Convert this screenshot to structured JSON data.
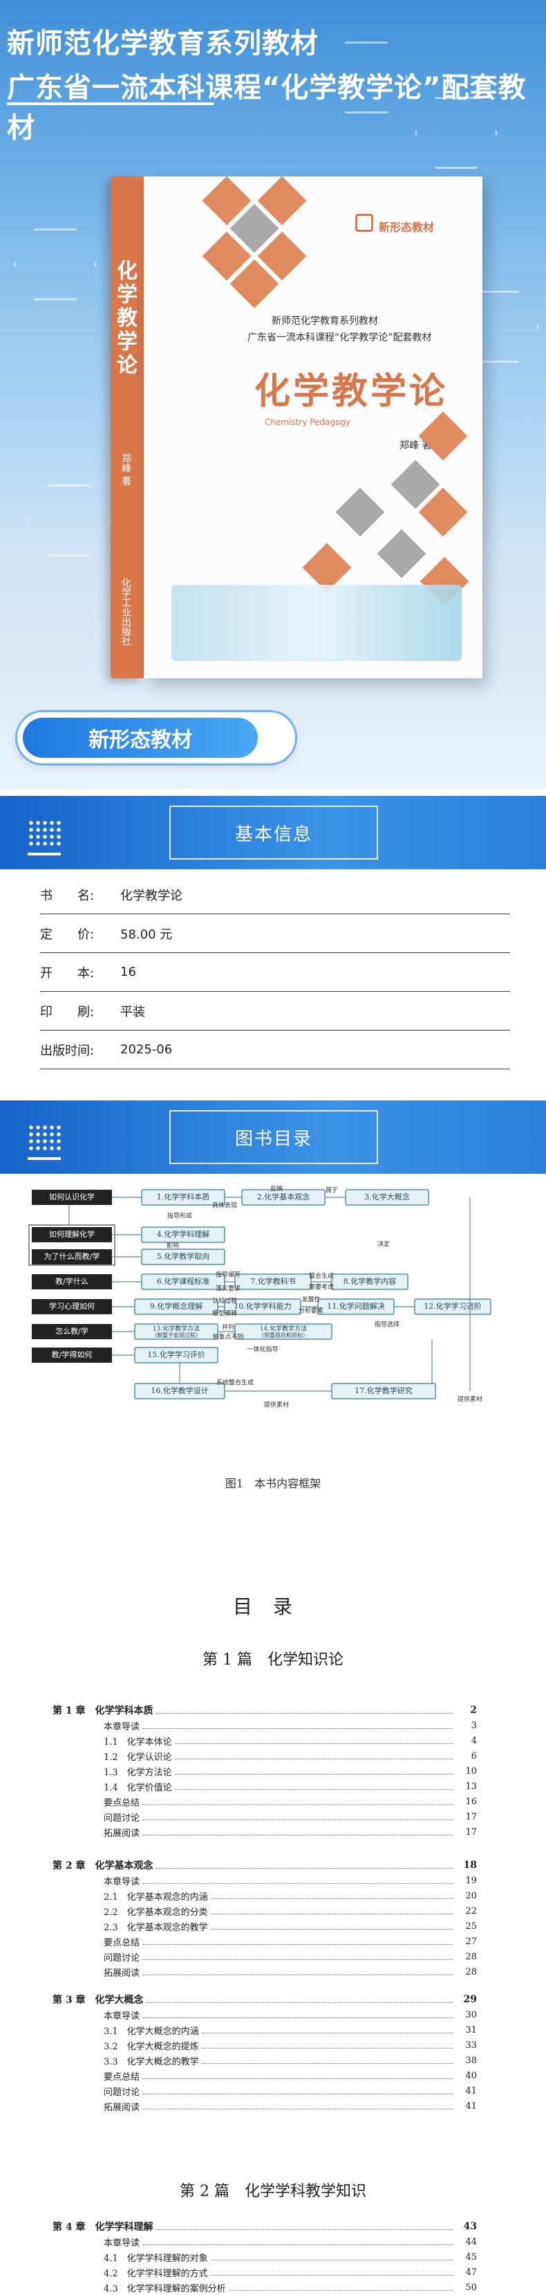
{
  "hero": {
    "line1": "新师范化学教育系列教材",
    "line2": "广东省一流本科课程“化学教学论”配套教材",
    "pill": "新形态教材"
  },
  "cover": {
    "badge": "新形态教材",
    "series": "新师范化学教育系列教材",
    "course": "广东省一流本科课程“化学教学论”配套教材",
    "title": "化学教学论",
    "title_en": "Chemistry Pedagogy",
    "author": "郑峰 著",
    "spine_title": "化学教学论",
    "spine_author": "郑峰 著",
    "spine_publisher": "化学工业出版社"
  },
  "sections": {
    "basic_info": "基本信息",
    "catalog": "图书目录"
  },
  "info": [
    {
      "key": "书　　名:",
      "value": "化学教学论"
    },
    {
      "key": "定　　价:",
      "value": "58.00 元"
    },
    {
      "key": "开　　本:",
      "value": "16"
    },
    {
      "key": "印　　刷:",
      "value": "平装"
    },
    {
      "key": "出版时间:",
      "value": "2025-06"
    }
  ],
  "diagram": {
    "left_labels": [
      "如何认识化学",
      "如何理解化学",
      "为了什么而教/学",
      "教/学什么",
      "学习心理如何",
      "怎么教/学",
      "教/学得如何"
    ],
    "boxes": [
      "1.化学学科本质",
      "2.化学基本观念",
      "3.化学大概念",
      "4.化学学科理解",
      "5.化学教学取向",
      "6.化学课程标准",
      "7.化学教科书",
      "8.化学教学内容",
      "9.化学概念理解",
      "10.化学学科能力",
      "11.化学问题解决",
      "12.化学学习进阶",
      "13.化学教学方法（侧重于宏观过程）",
      "14.化学教学方法（侧重目的和目标）",
      "15.化学学习评价",
      "16.化学教学设计",
      "17.化学教学研究"
    ],
    "edge_labels": [
      "反映",
      "具体表现",
      "属于",
      "指导形成",
      "影响",
      "决定",
      "指导编写",
      "落实要求",
      "整合生成",
      "需要考虑",
      "认知过程",
      "模型阐释",
      "发展性",
      "分析要素",
      "并列",
      "侧重点不同",
      "指导选择",
      "一体化指导",
      "系统整合生成",
      "提供素材",
      "提供素材"
    ],
    "caption": "图1　本书内容框架"
  },
  "toc": {
    "title": "目录",
    "parts": [
      "第 1 篇　化学知识论",
      "第 2 篇　化学学科教学知识"
    ],
    "lines": [
      {
        "label": "第 1 章　化学学科本质",
        "page": "2",
        "chap": true
      },
      {
        "label": "本章导读",
        "page": "3"
      },
      {
        "label": "1.1　化学本体论",
        "page": "4"
      },
      {
        "label": "1.2　化学认识论",
        "page": "6"
      },
      {
        "label": "1.3　化学方法论",
        "page": "10"
      },
      {
        "label": "1.4　化学价值论",
        "page": "13"
      },
      {
        "label": "要点总结",
        "page": "16"
      },
      {
        "label": "问题讨论",
        "page": "17"
      },
      {
        "label": "拓展阅读",
        "page": "17"
      },
      {
        "label": "第 2 章　化学基本观念",
        "page": "18",
        "chap": true
      },
      {
        "label": "本章导读",
        "page": "19"
      },
      {
        "label": "2.1　化学基本观念的内涵",
        "page": "20"
      },
      {
        "label": "2.2　化学基本观念的分类",
        "page": "22"
      },
      {
        "label": "2.3　化学基本观念的教学",
        "page": "25"
      },
      {
        "label": "要点总结",
        "page": "27"
      },
      {
        "label": "问题讨论",
        "page": "28"
      },
      {
        "label": "拓展阅读",
        "page": "28"
      },
      {
        "label": "第 3 章　化学大概念",
        "page": "29",
        "chap": true
      },
      {
        "label": "本章导读",
        "page": "30"
      },
      {
        "label": "3.1　化学大概念的内涵",
        "page": "31"
      },
      {
        "label": "3.2　化学大概念的提炼",
        "page": "33"
      },
      {
        "label": "3.3　化学大概念的教学",
        "page": "38"
      },
      {
        "label": "要点总结",
        "page": "40"
      },
      {
        "label": "问题讨论",
        "page": "41"
      },
      {
        "label": "拓展阅读",
        "page": "41"
      },
      {
        "label": "第 4 章　化学学科理解",
        "page": "43",
        "chap": true
      },
      {
        "label": "本章导读",
        "page": "44"
      },
      {
        "label": "4.1　化学学科理解的对象",
        "page": "45"
      },
      {
        "label": "4.2　化学学科理解的方式",
        "page": "47"
      },
      {
        "label": "4.3　化学学科理解的案例分析",
        "page": "50"
      }
    ]
  }
}
